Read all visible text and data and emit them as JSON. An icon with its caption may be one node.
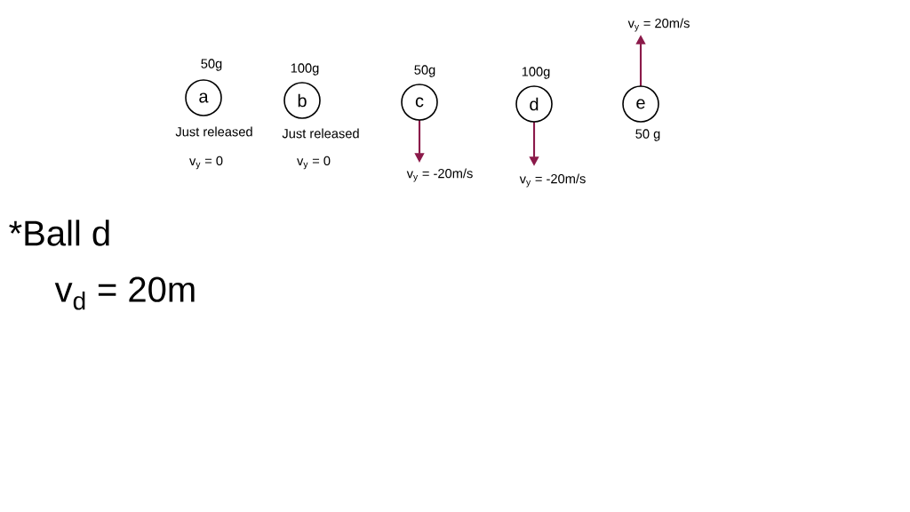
{
  "diagram": {
    "nodes": [
      {
        "text": [
          "a"
        ],
        "beside": [
          "50g",
          "Just released",
          "v$_{y}$ = 0"
        ]
      },
      {
        "text": [
          "b"
        ],
        "beside": [
          "100g",
          "Just released",
          "v$_{y}$ = 0"
        ]
      },
      {
        "text": [
          "c"
        ],
        "beside": [
          "50g",
          "v$_{y}$ = -20m/s"
        ]
      },
      {
        "text": [
          "d"
        ],
        "beside": [
          "100g",
          "v$_{y}$ = -20m/s"
        ]
      },
      {
        "text": [
          "e"
        ],
        "beside": [
          "50 g"
        ]
      }
    ],
    "labels": [
      "v$_{y}$ = 20m/s",
      "*Ball d",
      "v$_{d}$ = 20m"
    ]
  }
}
